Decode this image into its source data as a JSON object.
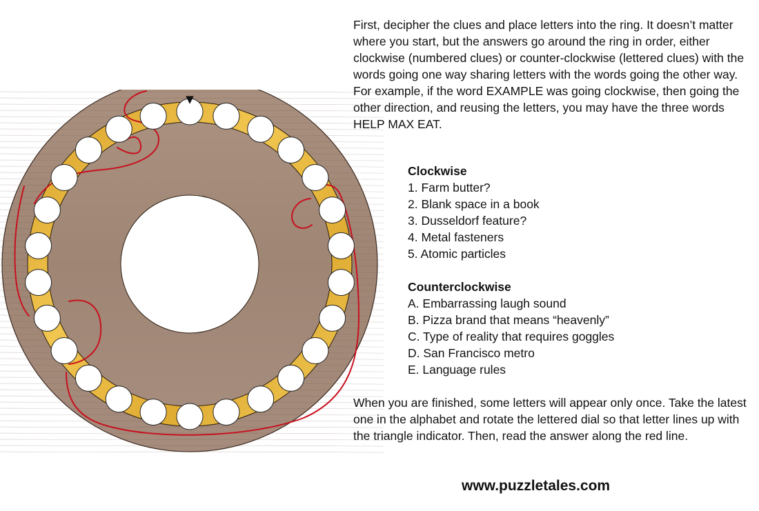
{
  "instructions": {
    "intro": "First, decipher the clues and place letters into the ring. It doesn’t matter where you start, but the answers go around the ring in order, either clockwise (numbered clues) or counter-clockwise (lettered clues) with the words going one way sharing letters with the words going the other way. For example, if the word EXAMPLE was going clockwise, then going the other direction, and reusing the letters, you may have the three words HELP MAX EAT.",
    "outro": "When you are finished, some letters will appear only once. Take the latest one in the alphabet and rotate the lettered dial so that letter lines up with the triangle indicator. Then, read the answer along the red line."
  },
  "clockwise": {
    "heading": "Clockwise",
    "clues": [
      {
        "label": "1. Farm butter?"
      },
      {
        "label": "2. Blank space in a book"
      },
      {
        "label": "3. Dusseldorf feature?"
      },
      {
        "label": "4. Metal fasteners"
      },
      {
        "label": "5. Atomic particles"
      }
    ]
  },
  "counterclockwise": {
    "heading": "Counterclockwise",
    "clues": [
      {
        "label": "A. Embarrassing laugh sound"
      },
      {
        "label": "B. Pizza brand that means “heavenly”"
      },
      {
        "label": "C. Type of reality that requires goggles"
      },
      {
        "label": "D. San Francisco metro"
      },
      {
        "label": "E. Language rules"
      }
    ]
  },
  "ring": {
    "cell_count": 26,
    "indicator": "▼"
  },
  "colors": {
    "wood": "#a6897a",
    "gold": "#e6b33a",
    "red_line": "#c8101e"
  },
  "footer": {
    "website": "www.puzzletales.com"
  }
}
